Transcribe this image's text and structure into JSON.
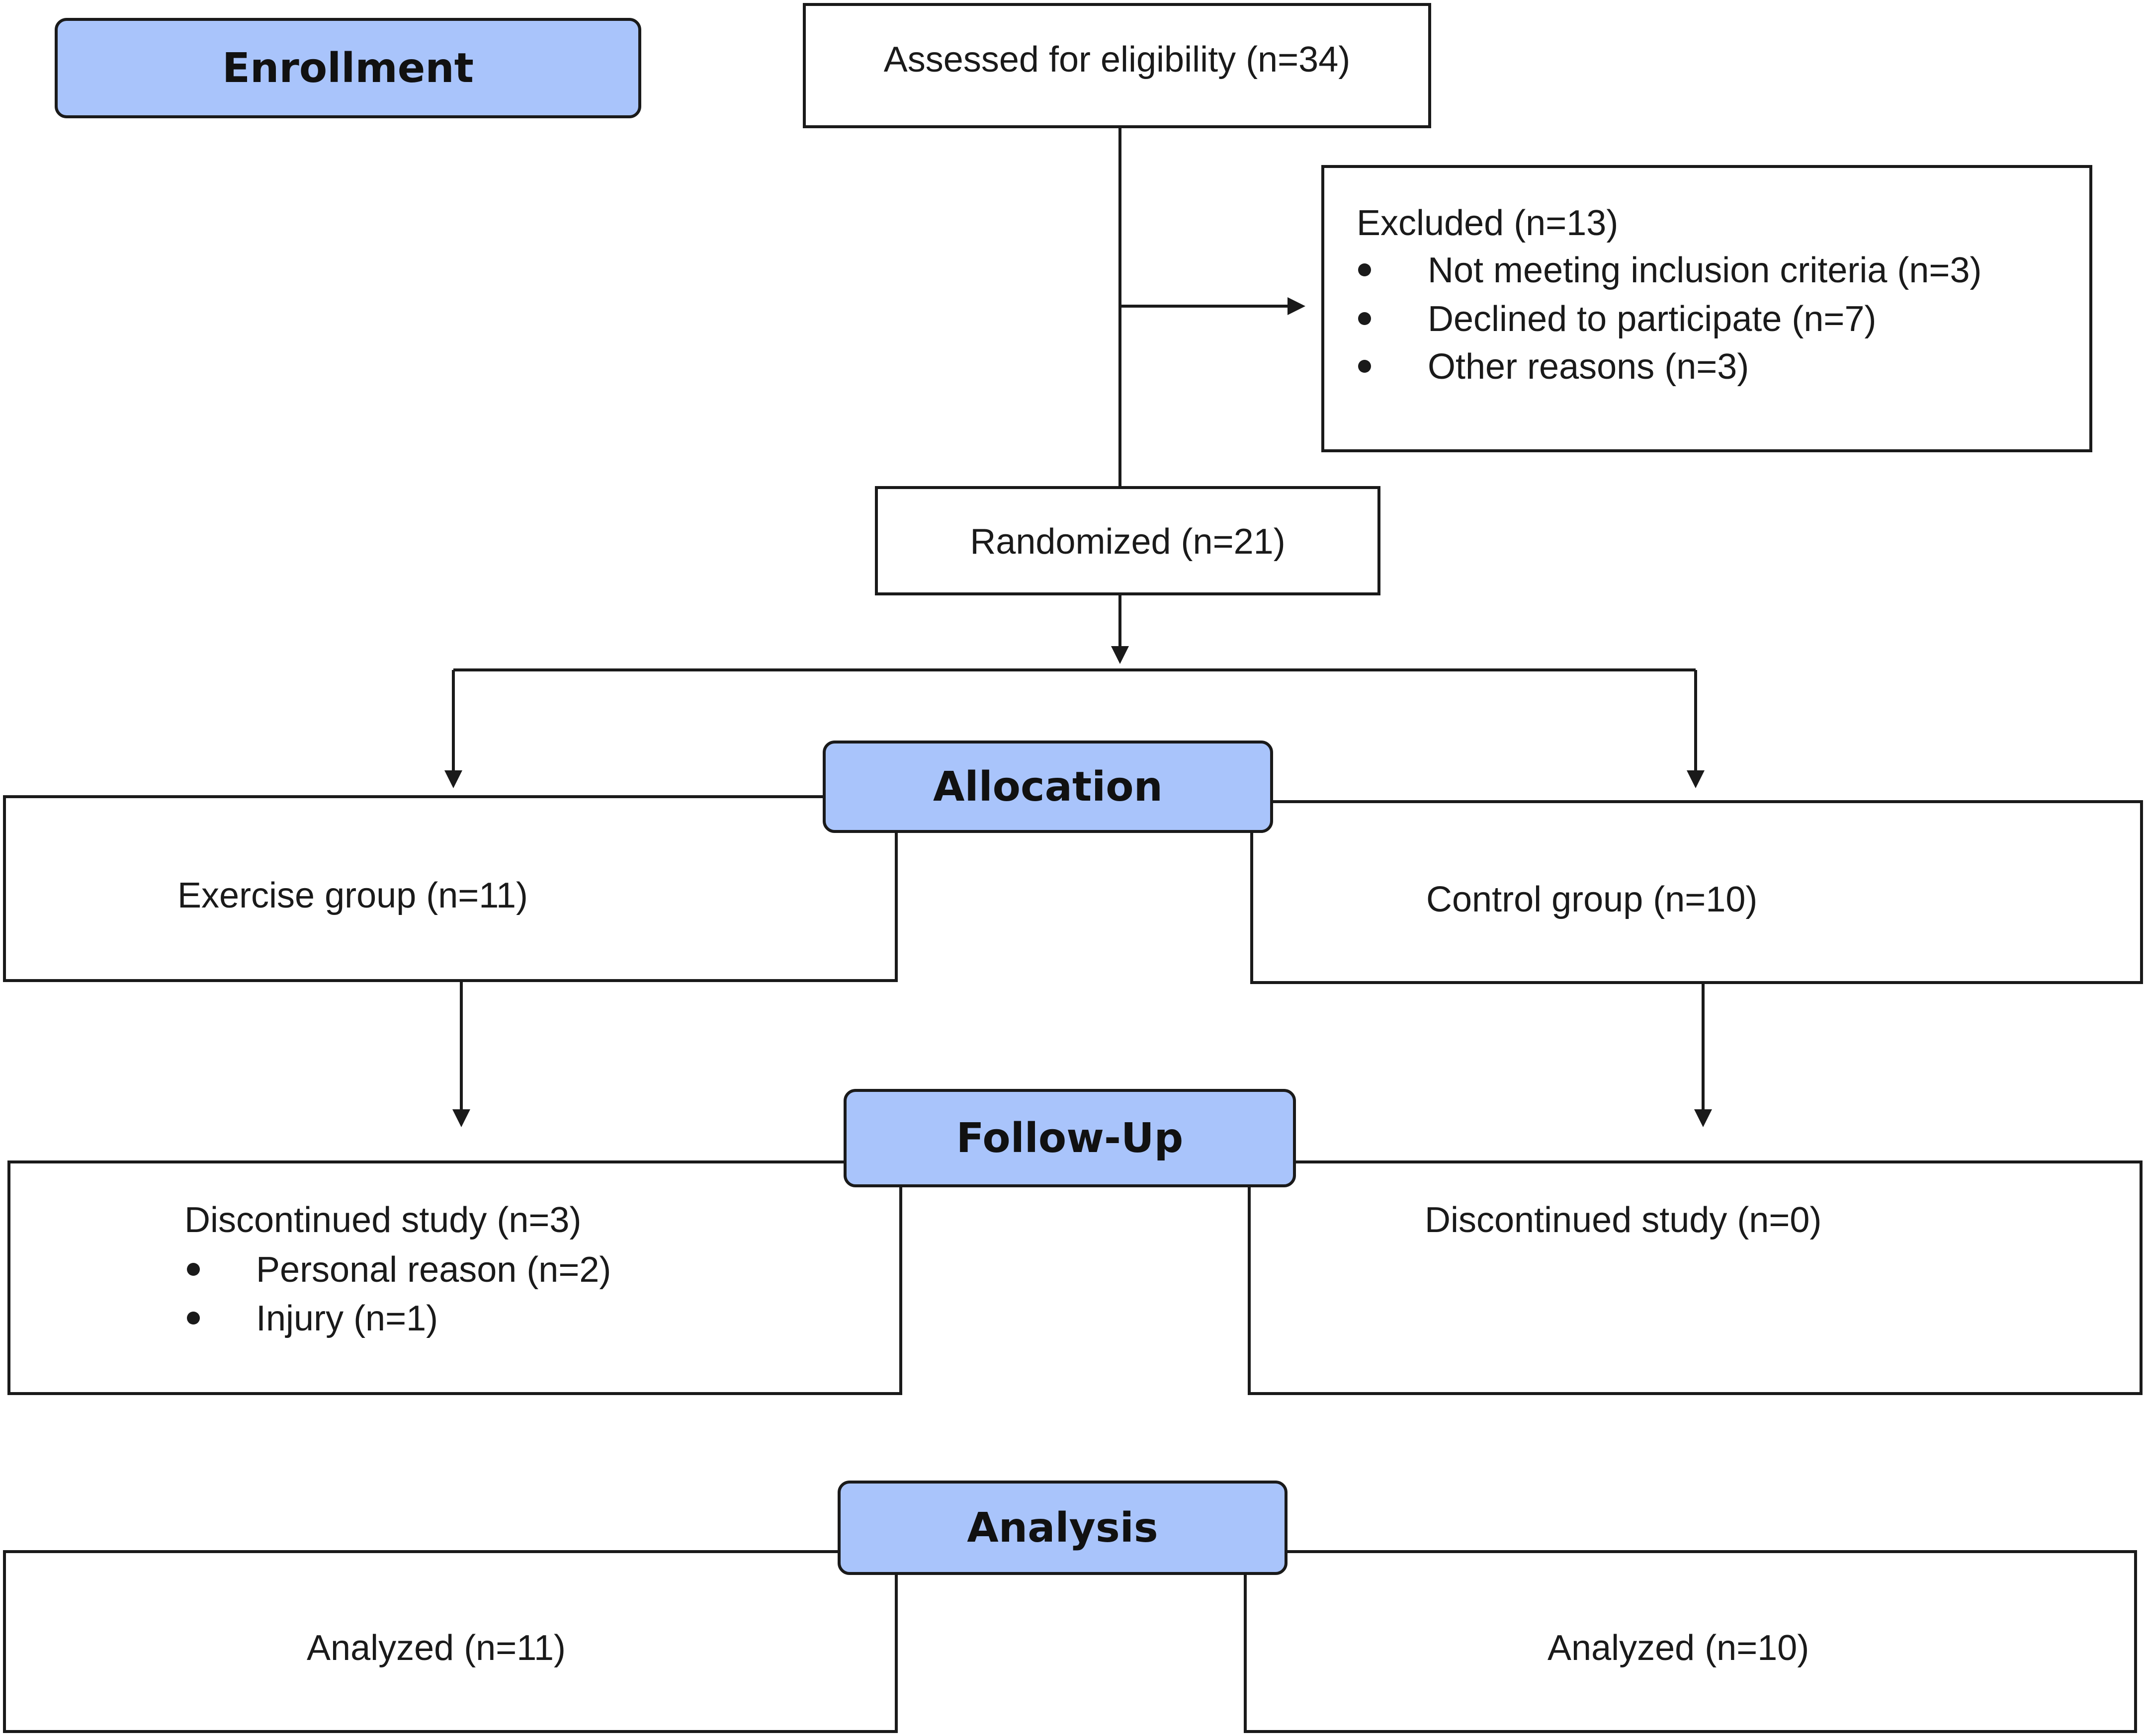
{
  "stages": {
    "enrollment": "Enrollment",
    "allocation": "Allocation",
    "follow_up": "Follow-Up",
    "analysis": "Analysis"
  },
  "assessed": "Assessed for eligibility (n=34)",
  "excluded": {
    "title": "Excluded (n=13)",
    "items": [
      "Not meeting inclusion criteria (n=3)",
      "Declined to participate (n=7)",
      "Other reasons (n=3)"
    ]
  },
  "randomized": "Randomized (n=21)",
  "allocation": {
    "exercise": "Exercise group (n=11)",
    "control": "Control group (n=10)"
  },
  "follow_up": {
    "exercise": {
      "title": "Discontinued study (n=3)",
      "items": [
        "Personal reason (n=2)",
        "Injury (n=1)"
      ]
    },
    "control": {
      "title": "Discontinued study (n=0)"
    }
  },
  "analysis": {
    "exercise": "Analyzed (n=11)",
    "control": "Analyzed (n=10)"
  },
  "colors": {
    "stage_fill": "#a9c4fb",
    "line": "#1a1a1a"
  }
}
